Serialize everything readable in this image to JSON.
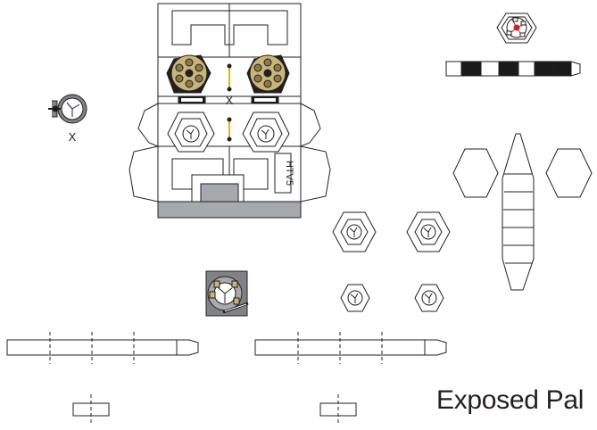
{
  "caption": "Exposed Pal",
  "labels": {
    "marker_top": "X",
    "marker_left": "X",
    "module_code": "HTV5"
  },
  "colors": {
    "line": "#231f20",
    "grey_panel": "#a7a9ac",
    "dark_grey": "#808285",
    "gold": "#c9b57a",
    "gold_dark": "#8a7a45",
    "black": "#1a1a1a",
    "red": "#c1272d",
    "yellow": "#f4b400"
  }
}
